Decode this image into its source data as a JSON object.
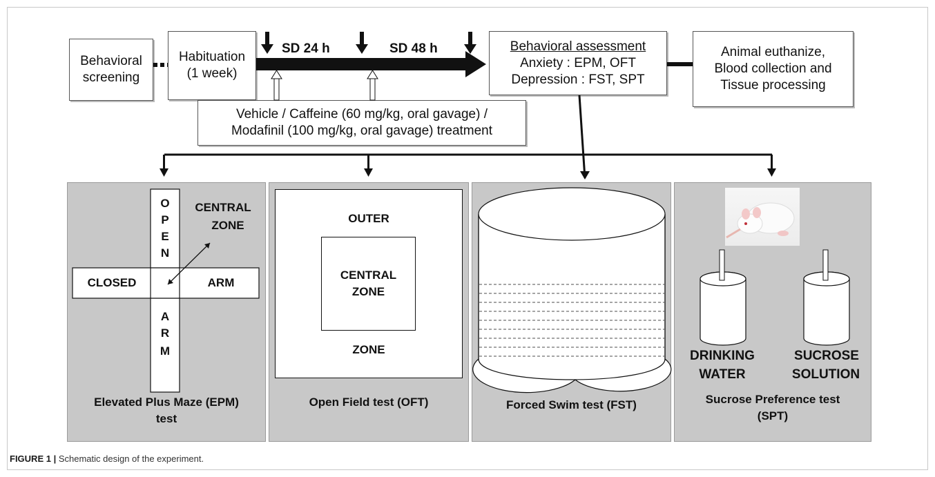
{
  "timeline": {
    "behavioral_screening": [
      "Behavioral",
      "screening"
    ],
    "habituation": [
      "Habituation",
      "(1 week)"
    ],
    "sd_24": "SD 24 h",
    "sd_48": "SD 48 h",
    "assessment_title": "Behavioral assessment",
    "assessment_anxiety": "Anxiety : EPM, OFT",
    "assessment_depression": "Depression : FST, SPT",
    "final": [
      "Animal euthanize,",
      "Blood collection and",
      "Tissue processing"
    ],
    "treatment": [
      "Vehicle / Caffeine (60 mg/kg, oral gavage) /",
      "Modafinil (100 mg/kg, oral gavage) treatment"
    ]
  },
  "panels": {
    "epm": {
      "title": [
        "Elevated Plus Maze (EPM)",
        "test"
      ],
      "open_letters": [
        "O",
        "P",
        "E",
        "N"
      ],
      "arm_letters": [
        "A",
        "R",
        "M"
      ],
      "closed": "CLOSED",
      "arm": "ARM",
      "central_zone": [
        "CENTRAL",
        "ZONE"
      ]
    },
    "oft": {
      "title": "Open Field test (OFT)",
      "outer": "OUTER",
      "zone": "ZONE",
      "central_zone": [
        "CENTRAL",
        "ZONE"
      ]
    },
    "fst": {
      "title": "Forced Swim test (FST)"
    },
    "spt": {
      "title": [
        "Sucrose Preference test",
        "(SPT)"
      ],
      "drinking_water": [
        "DRINKING",
        "WATER"
      ],
      "sucrose_solution": [
        "SUCROSE",
        "SOLUTION"
      ]
    }
  },
  "caption": {
    "figure_label": "FIGURE 1 |",
    "text": " Schematic design of the experiment."
  }
}
